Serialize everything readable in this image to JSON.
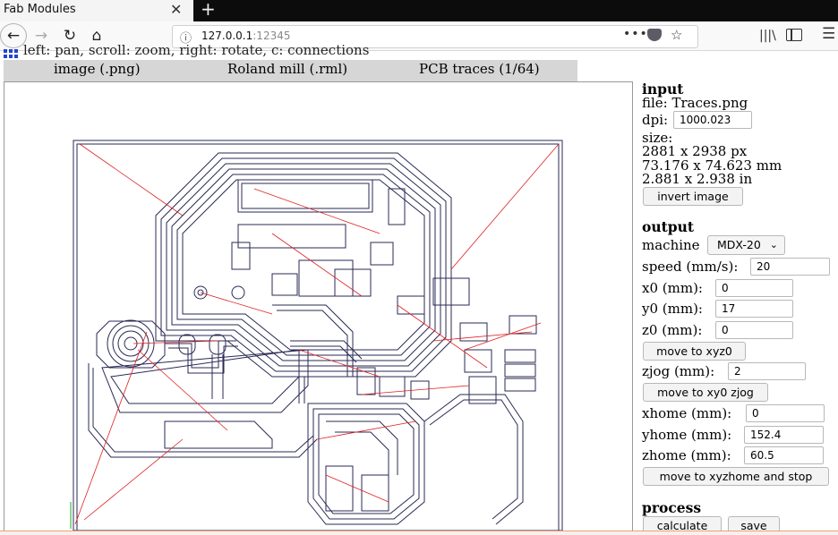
{
  "browser": {
    "tab_title": "Fab Modules",
    "tab_close": "✕",
    "new_tab": "+",
    "url_host": "127.0.0.1",
    "url_port": ":12345",
    "url_more": "•••"
  },
  "help_text": "left: pan, scroll: zoom, right: rotate, c: connections",
  "modules": {
    "image": "image (.png)",
    "rml": "Roland mill (.rml)",
    "traces": "PCB traces (1/64)"
  },
  "input": {
    "heading": "input",
    "file_line": "file: Traces.png",
    "dpi_label": "dpi:",
    "dpi_value": "1000.023",
    "size_label": "size:",
    "size_px": "2881 x 2938 px",
    "size_mm": "73.176 x 74.623 mm",
    "size_in": "2.881 x 2.938 in",
    "invert_label": "invert image"
  },
  "output": {
    "heading": "output",
    "machine_label": "machine",
    "machine_value": "MDX-20",
    "speed_label": "speed (mm/s):",
    "speed_value": "20",
    "x0_label": "x0 (mm):",
    "x0_value": "0",
    "y0_label": "y0 (mm):",
    "y0_value": "17",
    "z0_label": "z0 (mm):",
    "z0_value": "0",
    "move_xyz0": "move to xyz0",
    "zjog_label": "zjog (mm):",
    "zjog_value": "2",
    "move_xy0zjog": "move to xy0 zjog",
    "xhome_label": "xhome (mm):",
    "xhome_value": "0",
    "yhome_label": "yhome (mm):",
    "yhome_value": "152.4",
    "zhome_label": "zhome (mm):",
    "zhome_value": "60.5",
    "move_home": "move to xyzhome and stop"
  },
  "process": {
    "heading": "process",
    "calculate": "calculate",
    "save": "save"
  },
  "colors": {
    "toolpath": "#2a2a55",
    "connections": "#e02020",
    "module_bar": "#d6d6d6"
  }
}
